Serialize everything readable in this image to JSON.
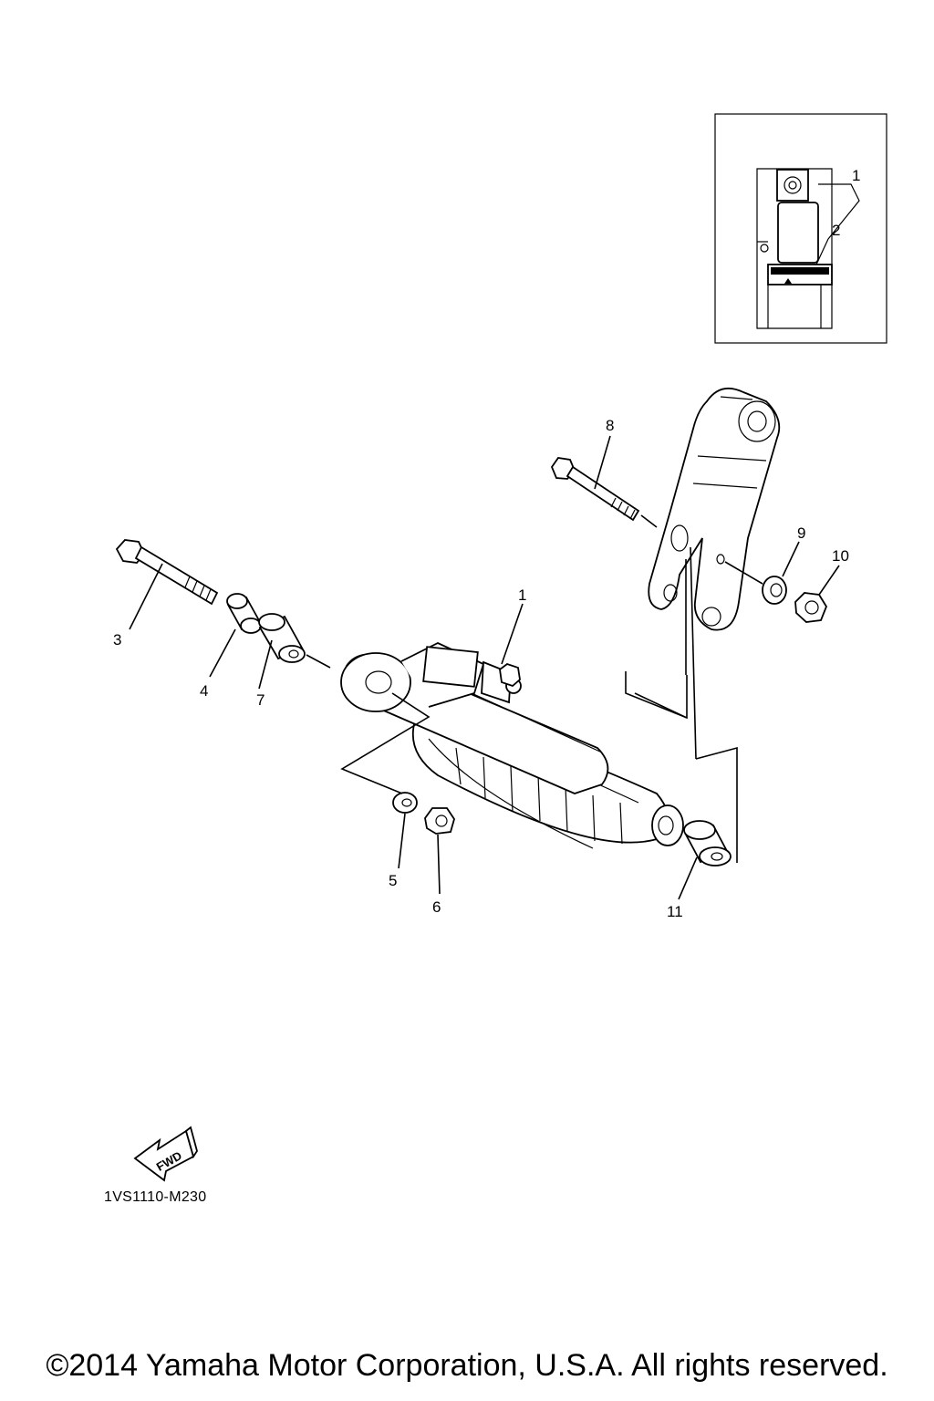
{
  "callouts": {
    "inset_1": "1",
    "inset_2": "2",
    "c1": "1",
    "c3": "3",
    "c4": "4",
    "c5": "5",
    "c6": "6",
    "c7": "7",
    "c8": "8",
    "c9": "9",
    "c10": "10",
    "c11": "11"
  },
  "fwd_label": "FWD",
  "diagram_code": "1VS1110-M230",
  "copyright": "©2014 Yamaha Motor Corporation, U.S.A. All rights reserved."
}
